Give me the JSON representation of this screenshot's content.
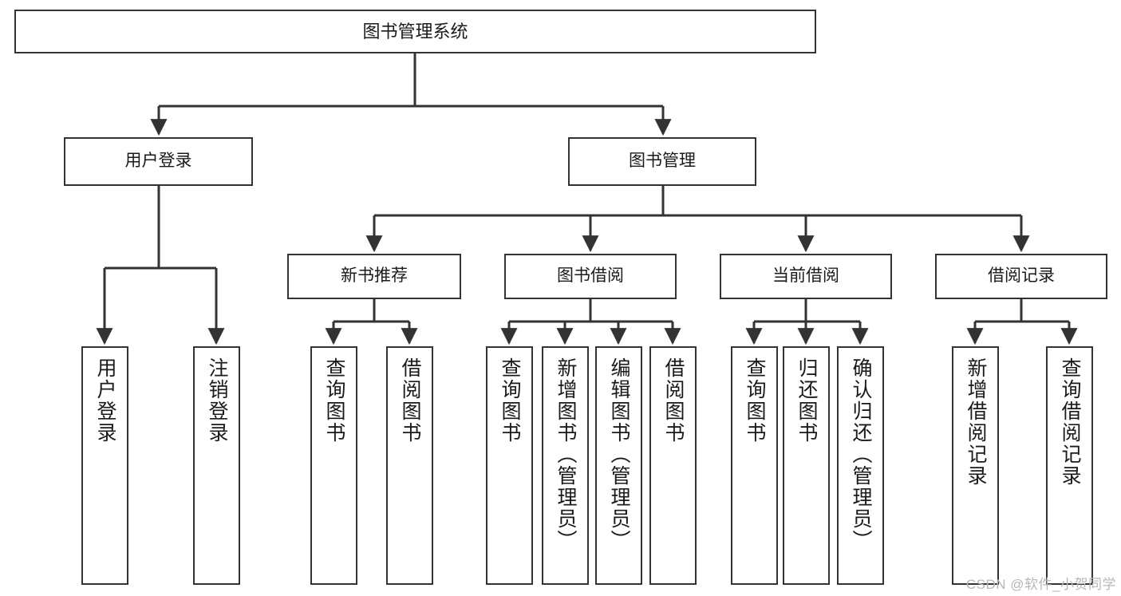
{
  "diagram": {
    "title": "图书管理系统",
    "type": "tree-hierarchy",
    "watermark": "CSDN @软件_小贺同学",
    "colors": {
      "box_border": "#333333",
      "box_fill": "#ffffff",
      "edge": "#333333",
      "text": "#1a1a1a",
      "watermark": "#b7b7b7",
      "background": "#ffffff"
    },
    "nodes": {
      "root": {
        "label": "图书管理系统"
      },
      "level2": [
        {
          "id": "user-login",
          "label": "用户登录"
        },
        {
          "id": "book-manage",
          "label": "图书管理"
        }
      ],
      "level3": [
        {
          "id": "new-book-recommend",
          "label": "新书推荐"
        },
        {
          "id": "book-borrow",
          "label": "图书借阅"
        },
        {
          "id": "current-borrow",
          "label": "当前借阅"
        },
        {
          "id": "borrow-record",
          "label": "借阅记录"
        }
      ],
      "leaves": {
        "user_login": [
          {
            "id": "leaf-user-login",
            "label": "用户登录"
          },
          {
            "id": "leaf-logout-login",
            "label": "注销登录"
          }
        ],
        "new_book_recommend": [
          {
            "id": "leaf-query-book-1",
            "label": "查询图书"
          },
          {
            "id": "leaf-borrow-book-1",
            "label": "借阅图书"
          }
        ],
        "book_borrow": [
          {
            "id": "leaf-query-book-2",
            "label": "查询图书"
          },
          {
            "id": "leaf-add-book",
            "label": "新增图书（管理员）"
          },
          {
            "id": "leaf-edit-book",
            "label": "编辑图书（管理员）"
          },
          {
            "id": "leaf-borrow-book-2",
            "label": "借阅图书"
          }
        ],
        "current_borrow": [
          {
            "id": "leaf-query-book-3",
            "label": "查询图书"
          },
          {
            "id": "leaf-return-book",
            "label": "归还图书"
          },
          {
            "id": "leaf-confirm-return",
            "label": "确认归还（管理员）"
          }
        ],
        "borrow_record": [
          {
            "id": "leaf-add-record",
            "label": "新增借阅记录"
          },
          {
            "id": "leaf-query-record",
            "label": "查询借阅记录"
          }
        ]
      }
    }
  }
}
